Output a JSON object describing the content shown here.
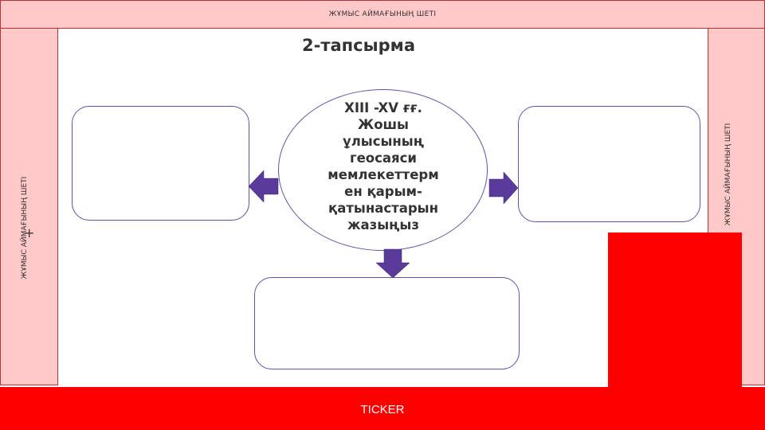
{
  "margins": {
    "top_label": "ЖҰМЫС АЙМАҒЫНЫҢ ШЕТІ",
    "left_label": "ЖҰМЫС АЙМАҒЫНЫҢ ШЕТІ",
    "right_label": "ЖҰМЫС АЙМАҒЫНЫҢ ШЕТІ",
    "plus_mark": "+"
  },
  "slide": {
    "title": "2-тапсырма",
    "center_text": "XIII -XV ғғ.\nЖошы\nұлысының\nгеосаяси\nмемлекеттерм\nен қарым-\nқатынастарын\nжазыңыз"
  },
  "ticker": {
    "label": "TICKER"
  },
  "colors": {
    "margin_fill": "#ffc9c9",
    "ticker_red": "#ff0000",
    "arrow_purple": "#5a3a9a",
    "box_border": "#6050b0"
  }
}
